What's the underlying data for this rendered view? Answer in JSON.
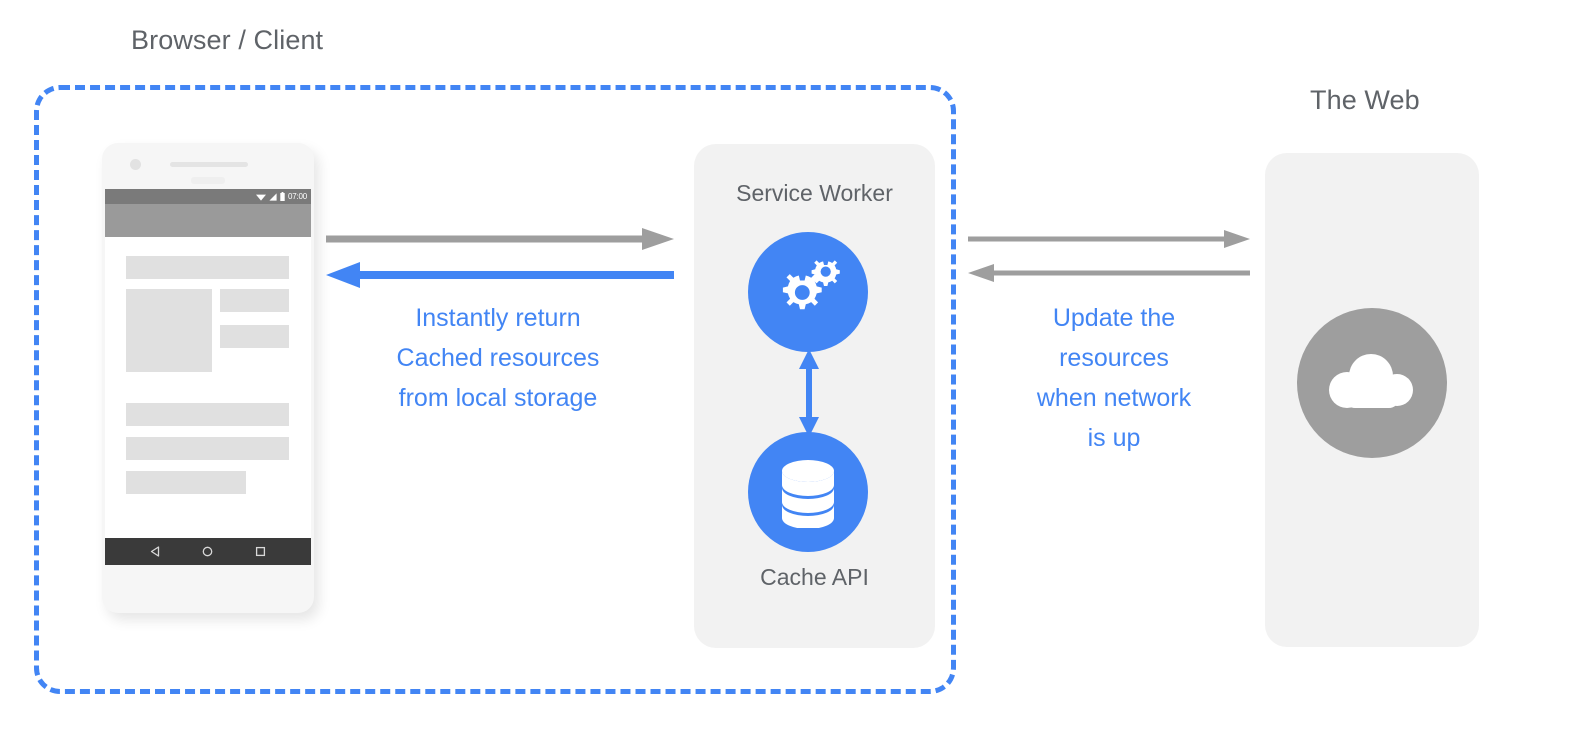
{
  "diagram": {
    "title_browser_client": "Browser / Client",
    "title_the_web": "The Web"
  },
  "phone": {
    "status_time": "07:00",
    "status_icons": [
      "wifi-icon",
      "signal-icon",
      "battery-icon"
    ],
    "nav_icons": [
      "back-icon",
      "home-icon",
      "recents-icon"
    ]
  },
  "service_worker": {
    "label": "Service Worker",
    "cache_label": "Cache API",
    "icons": [
      "gears-icon",
      "database-icon"
    ],
    "internal_arrow": "bidirectional-arrow"
  },
  "the_web": {
    "icon": "cloud-icon"
  },
  "captions": {
    "cached": "Instantly return\nCached resources\nfrom local storage",
    "update": "Update the\nresources\nwhen network\nis up"
  },
  "arrows": {
    "request_label": "client-to-service-worker",
    "response_label": "service-worker-to-client",
    "fetch_label": "service-worker-to-web",
    "update_label": "web-to-service-worker"
  },
  "colors": {
    "accent_blue": "#4285f4",
    "gray_arrow": "#9e9e9e",
    "panel_bg": "#f2f2f2",
    "text_gray": "#5f6368"
  }
}
